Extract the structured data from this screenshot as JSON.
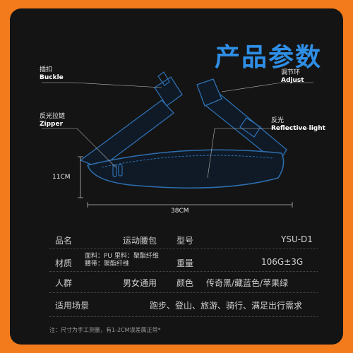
{
  "title": "产品参数",
  "labels": {
    "buckle": {
      "cn": "插扣",
      "en": "Buckle"
    },
    "zipper": {
      "cn": "反光拉链",
      "en": "Zipper"
    },
    "adjust": {
      "cn": "调节环",
      "en": "Adjust"
    },
    "reflective": {
      "cn": "反光",
      "en": "Reflective light"
    },
    "height": "11CM",
    "width": "38CM"
  },
  "specs": {
    "name_key": "品名",
    "name_val": "运动腰包",
    "model_key": "型号",
    "model_val": "YSU-D1",
    "material_key": "材质",
    "material_line1": "面料：PU 里料：聚酯纤维",
    "material_line2": "腰带：聚酯纤维",
    "weight_key": "重量",
    "weight_val": "106G±3G",
    "crowd_key": "人群",
    "crowd_val": "男女通用",
    "color_key": "颜色",
    "color_val": "传奇黑/藏蓝色/苹果绿",
    "scene_key": "适用场景",
    "scene_val": "跑步、登山、旅游、骑行、满足出行需求"
  },
  "note": "注：尺寸为手工测量，有1-2CM误差属正常*",
  "colors": {
    "accent": "#2f8fe6",
    "frame": "#f47b1c",
    "line": "#2e6fb0"
  }
}
